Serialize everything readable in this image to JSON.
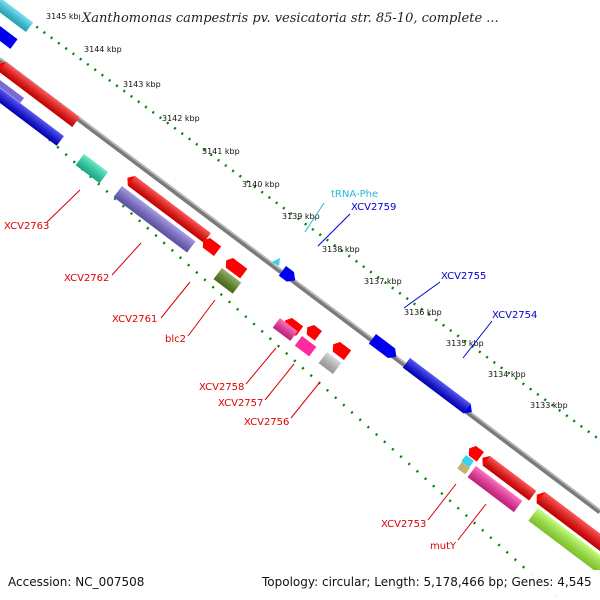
{
  "title": "Xanthomonas campestris pv. vesicatoria str. 85-10, complete ...",
  "footer": {
    "accession": "Accession: NC_007508",
    "summary": "Topology: circular; Length: 5,178,466 bp; Genes: 4,545"
  },
  "ticks": [
    "3145 kbp",
    "3144 kbp",
    "3143 kbp",
    "3142 kbp",
    "3141 kbp",
    "3140 kbp",
    "3139 kbp",
    "3138 kbp",
    "3137 kbp",
    "3136 kbp",
    "3135 kbp",
    "3134 kbp",
    "3133 kbp"
  ],
  "labels": {
    "trna_phe": "tRNA-Phe",
    "xcv2759": "XCV2759",
    "xcv2755": "XCV2755",
    "xcv2754": "XCV2754",
    "xcv2763": "XCV2763",
    "xcv2762": "XCV2762",
    "xcv2761": "XCV2761",
    "blc2": "blc2",
    "xcv2758": "XCV2758",
    "xcv2757": "XCV2757",
    "xcv2756": "XCV2756",
    "xcv2753": "XCV2753",
    "muty": "mutY"
  },
  "colors": {
    "backbone": "#888888",
    "ticks": "#008800",
    "red": "#ff0000",
    "blue": "#0000ee",
    "purple": "#7a6ad6",
    "teal": "#22e0b0",
    "olive": "#5f8a1e",
    "pink": "#ff2aa0",
    "gray": "#c8c8c8",
    "cyan": "#33d4f0",
    "lime": "#a8ff3a",
    "tan": "#c8b070",
    "label_blue": "#0000cc",
    "label_red": "#dd0000",
    "label_cyan": "#22bbdd"
  }
}
